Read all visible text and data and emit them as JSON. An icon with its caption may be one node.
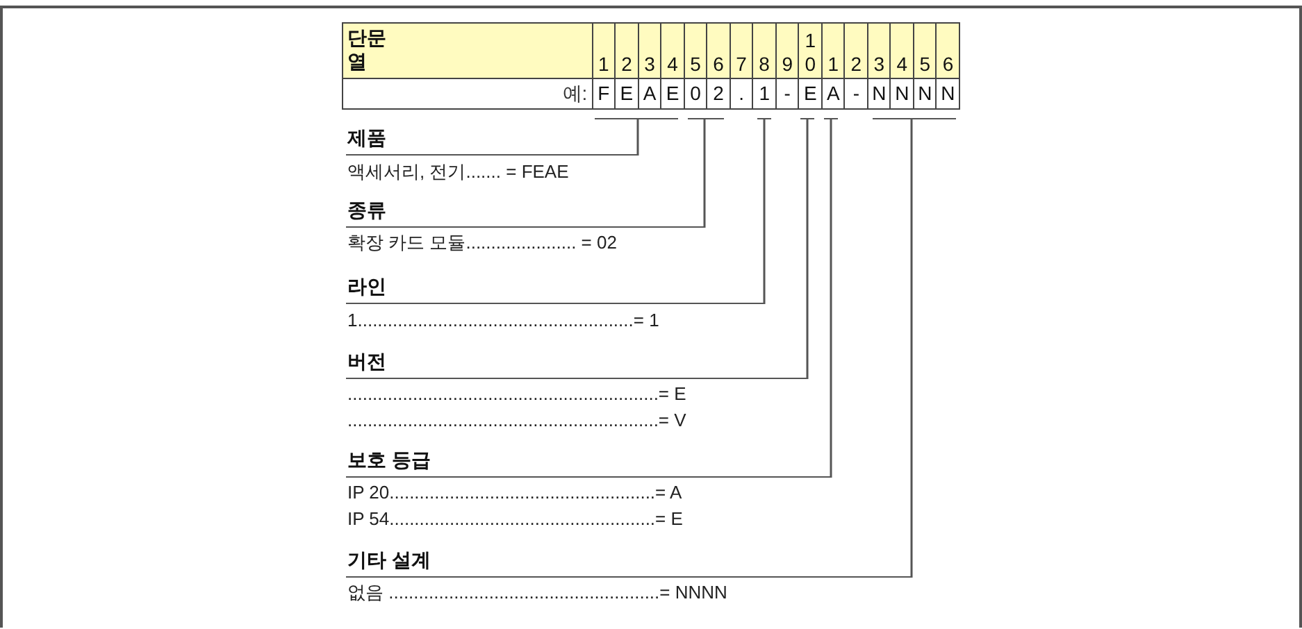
{
  "diagram": {
    "nodes": [
      {
        "text": [
          "제품"
        ],
        "beside": [
          "액세서리, 전기....... = FEAE"
        ]
      },
      {
        "text": [
          "종류"
        ],
        "beside": [
          "확장 카드 모듈...................... = 02"
        ]
      },
      {
        "text": [
          "라인"
        ],
        "beside": [
          "1.......................................................= 1"
        ]
      },
      {
        "text": [
          "버전"
        ],
        "beside": [
          "..............................................................= E",
          "..............................................................= V"
        ]
      },
      {
        "text": [
          "보호 등급"
        ],
        "beside": [
          "IP 20.....................................................= A",
          "IP 54.....................................................= E"
        ]
      },
      {
        "text": [
          "기타 설계"
        ],
        "beside": [
          "없음 ......................................................= NNNN"
        ]
      },
      {
        "text": [],
        "shape": "bar"
      },
      {
        "text": [],
        "shape": "bar"
      },
      {
        "text": [],
        "shape": "bar"
      },
      {
        "text": [],
        "shape": "bar"
      },
      {
        "text": [],
        "shape": "bar"
      },
      {
        "text": [],
        "shape": "bar"
      }
    ],
    "edges": [
      {
        "from": 6,
        "to": 0,
        "arrow": "none"
      },
      {
        "from": 7,
        "to": 1,
        "arrow": "none"
      },
      {
        "from": 8,
        "to": 2,
        "arrow": "none"
      },
      {
        "from": 9,
        "to": 3,
        "arrow": "none"
      },
      {
        "from": 10,
        "to": 4,
        "arrow": "none"
      },
      {
        "from": 11,
        "to": 5,
        "arrow": "none"
      }
    ],
    "labels": [
      "단문 열",
      "1",
      "2",
      "3",
      "4",
      "5",
      "6",
      "7",
      "8",
      "9",
      "10",
      "1",
      "2",
      "3",
      "4",
      "5",
      "6",
      "예:",
      "F",
      "E",
      "A",
      "E",
      "0",
      "2",
      ".",
      "1",
      "-",
      "E",
      "A",
      "-",
      "N",
      "N",
      "N",
      "N"
    ]
  }
}
